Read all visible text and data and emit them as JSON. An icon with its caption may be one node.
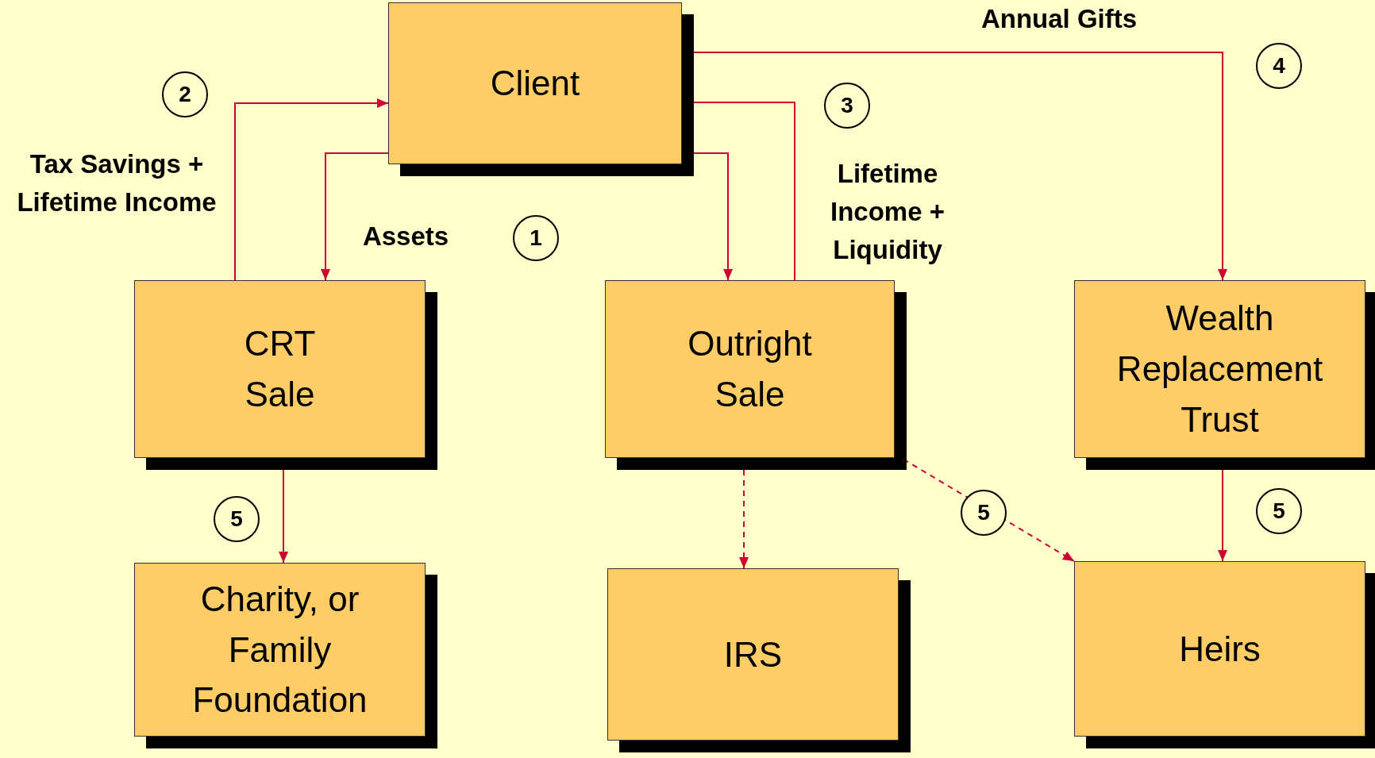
{
  "diagram": {
    "nodes": [
      {
        "text": [
          "Client"
        ]
      },
      {
        "text": [
          "CRT Sale"
        ]
      },
      {
        "text": [
          "Outright Sale"
        ]
      },
      {
        "text": [
          "Wealth Replacement Trust"
        ]
      },
      {
        "text": [
          "Charity, or Family Foundation"
        ]
      },
      {
        "text": [
          "IRS"
        ]
      },
      {
        "text": [
          "Heirs"
        ]
      }
    ],
    "edges": [
      {
        "from": 0,
        "to": 1,
        "arrow": "to",
        "label": "Assets"
      },
      {
        "from": 1,
        "to": 0,
        "arrow": "to",
        "label": "Tax Savings + Lifetime Income"
      },
      {
        "from": 0,
        "to": 2,
        "arrow": "to"
      },
      {
        "from": 2,
        "to": 0,
        "arrow": "to",
        "label": "Lifetime Income + Liquidity"
      },
      {
        "from": 0,
        "to": 3,
        "arrow": "to",
        "label": "Annual Gifts"
      },
      {
        "from": 1,
        "to": 4,
        "arrow": "to"
      },
      {
        "from": 2,
        "to": 5,
        "arrow": "to",
        "style": "dashed"
      },
      {
        "from": 2,
        "to": 6,
        "arrow": "to",
        "style": "dashed"
      },
      {
        "from": 3,
        "to": 6,
        "arrow": "to"
      }
    ],
    "labels": [
      "2",
      "1",
      "3",
      "4",
      "5",
      "5",
      "5"
    ]
  }
}
